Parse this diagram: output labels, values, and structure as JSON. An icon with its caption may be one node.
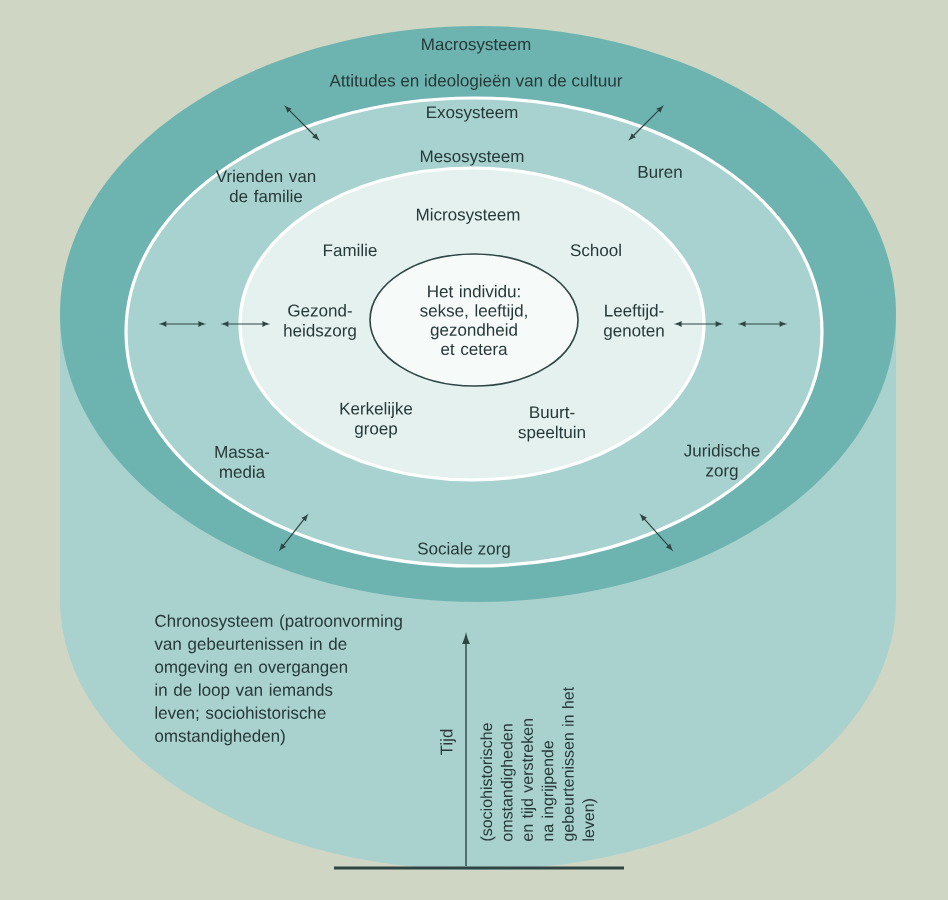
{
  "diagram": {
    "nodes": [
      {
        "text": [
          "Macrosysteem",
          "Attitudes en ideologieën van de cultuur"
        ]
      },
      {
        "text": [
          "Exosysteem",
          "Vrienden van de familie",
          "Buren",
          "Massa- media",
          "Juridische zorg",
          "Sociale zorg"
        ],
        "in": 0
      },
      {
        "text": [
          "Mesosysteem",
          "Microsysteem",
          "Familie",
          "School",
          "Gezond- heidszorg",
          "Leeftijd- genoten",
          "Kerkelijke groep",
          "Buurt- speeltuin"
        ],
        "in": 1
      },
      {
        "text": [
          "Het individu: sekse, leeftijd, gezondheid et cetera"
        ],
        "in": 2
      }
    ],
    "labels": [
      "Chronosysteem (patroonvorming van gebeurtenissen in de omgeving en overgangen in de loop van iemands leven; sociohistorische omstandigheden)",
      "Tijd",
      "(sociohistorische omstandigheden en tijd verstreken na ingrijpende gebeurtenissen in het leven)"
    ]
  }
}
